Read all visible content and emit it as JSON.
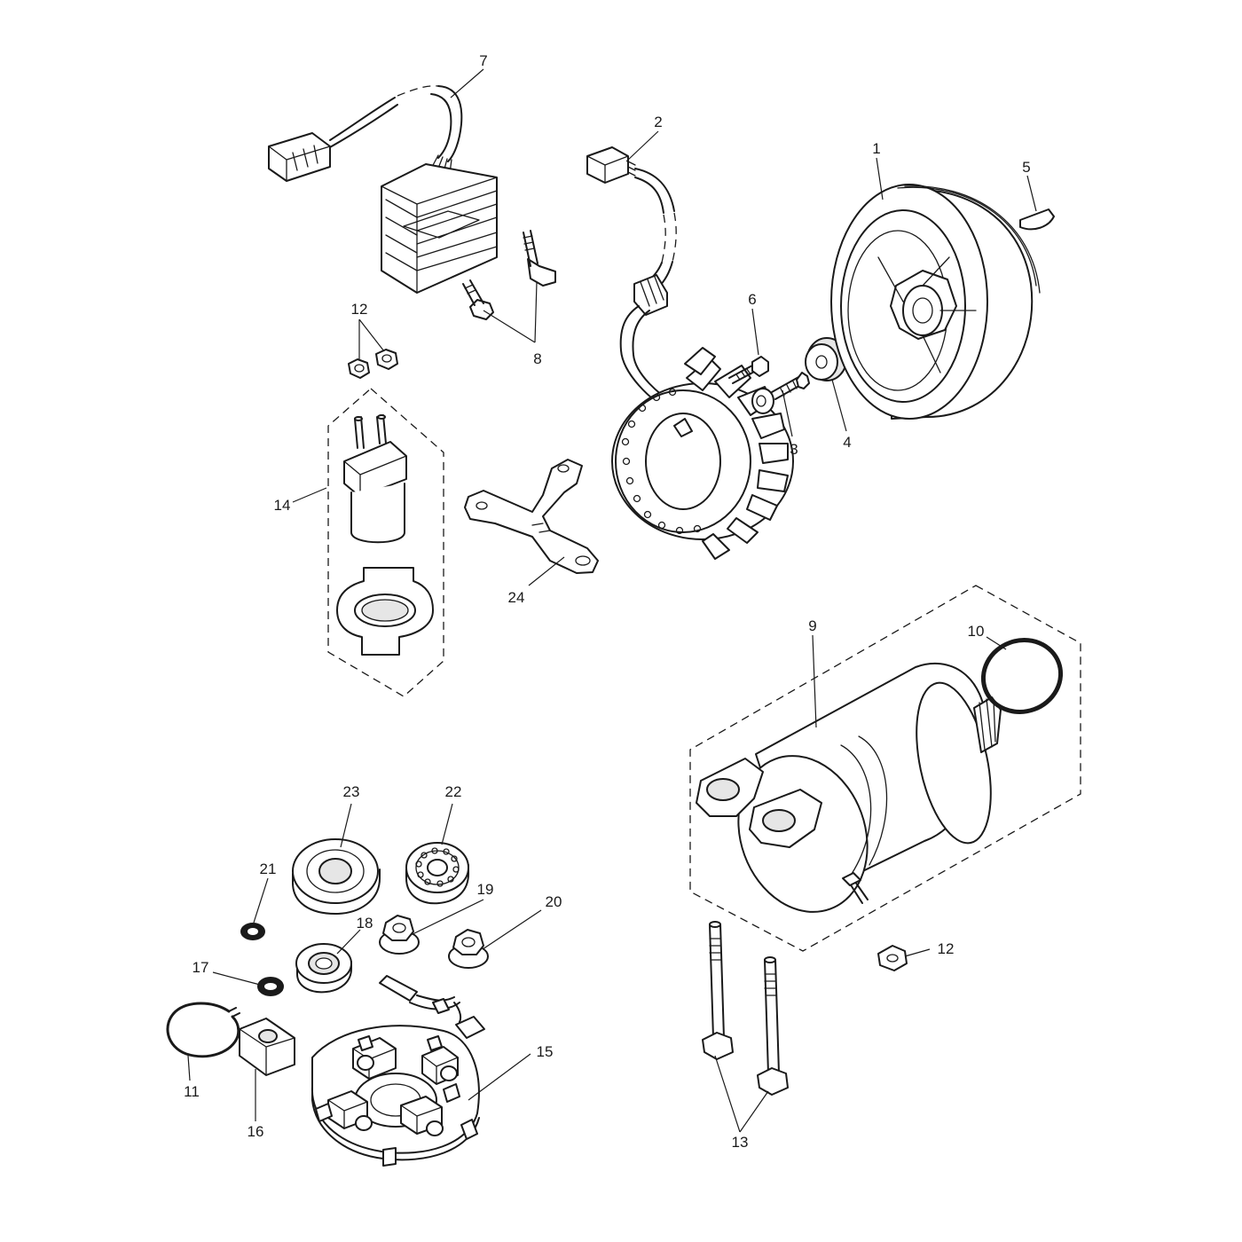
{
  "callouts": {
    "c1": "1",
    "c2": "2",
    "c3": "3",
    "c4": "4",
    "c5": "5",
    "c6": "6",
    "c7": "7",
    "c8": "8",
    "c9": "9",
    "c10": "10",
    "c11": "11",
    "c12a": "12",
    "c12b": "12",
    "c13": "13",
    "c14": "14",
    "c15": "15",
    "c16": "16",
    "c17": "17",
    "c18": "18",
    "c19": "19",
    "c20": "20",
    "c21": "21",
    "c22": "22",
    "c23": "23",
    "c24": "24"
  },
  "parts": {
    "flywheel": "flywheel-icon",
    "stator": "stator-icon",
    "regulator": "regulator-rectifier-icon",
    "starter_motor": "starter-motor-icon",
    "solenoid": "starter-relay-icon",
    "brush_plate": "brush-holder-icon",
    "bracket": "bracket-icon"
  }
}
